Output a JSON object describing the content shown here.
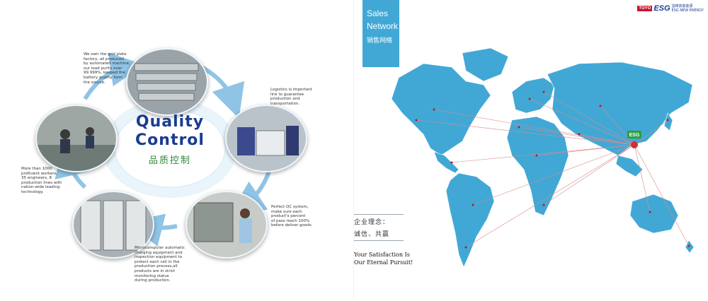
{
  "quality_control": {
    "title_line1": "Quality",
    "title_line2": "Control",
    "title_cn": "品质控制",
    "notes": {
      "grid_plate": "We own the grid plate\nfactory, all produced\nby automated machine,\nour lead purity over\n99.999%, keeped the\nbattery quality form\nthe source.",
      "logistics": "Logistics is important\nlink to guarantee\nproduction and\ntransportation.",
      "workers": "More than 1000\nproficient workers,\n35 engineers, 8\nproduction lines with\nnation-wide leading\ntechnology.",
      "qc_system": "Perfect QC system,\nmake sure each\nproduct's percent\nof pass reach 100%\nbefore deliver goods.",
      "microcomputer": "Microcomputer automatic\ncharging equipment and\ninspection equipment to\nprotect each cell in the\nproduction process,all\nproducts are in strict\nmonitoring status\nduring production."
    }
  },
  "sales": {
    "title_line1": "Sales",
    "title_line2": "Network",
    "title_cn": "销售网络"
  },
  "logo": {
    "box_text": "TOYO",
    "mark": "ESG",
    "cn": "溢锋高能能源",
    "en": "ESG NEW ENERGY"
  },
  "philosophy": {
    "title": "企业理念：",
    "values": "诚信、共赢",
    "slogan_line1": "Your Satisfaction Is",
    "slogan_line2": "Our Eternal Pursuit!"
  },
  "map": {
    "hub_label": "ESG",
    "colors": {
      "land": "#41a8d6",
      "lines": "#d98a8a",
      "hub": "#d32f2f"
    }
  }
}
